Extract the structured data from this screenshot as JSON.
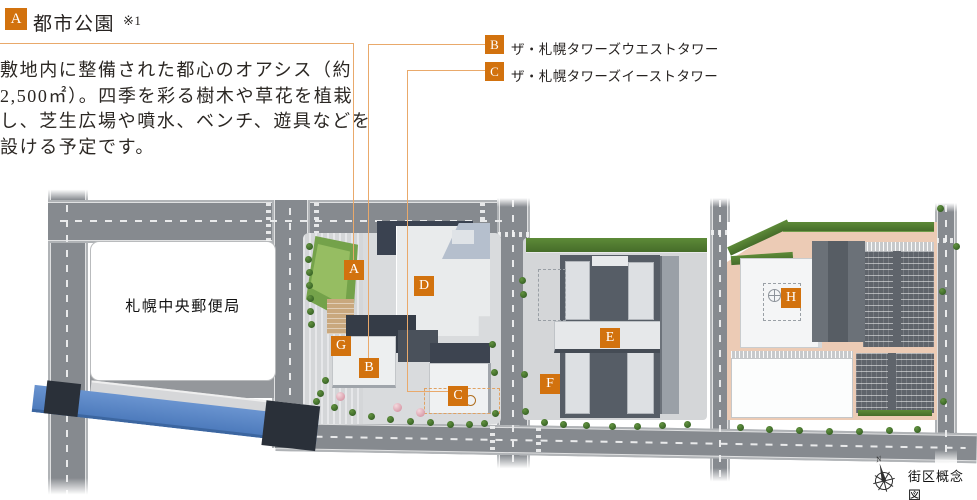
{
  "legend": {
    "park": {
      "key": "A",
      "label": "都市公園",
      "note": "※1"
    },
    "west_tower": {
      "key": "B",
      "label": "ザ・札幌タワーズウエストタワー"
    },
    "east_tower": {
      "key": "C",
      "label": "ザ・札幌タワーズイーストタワー"
    }
  },
  "description": {
    "full": "敷地内に整備された都心のオアシス（約2,500㎡）。四季を彩る樹木や草花を植栽し、芝生広場や噴水、ベンチ、遊具などを設ける予定です。",
    "lines": [
      "敷地内に整備された都心のオアシス（約",
      "2,500㎡）。四季を彩る樹木や草花を植栽",
      "し、芝生広場や噴水、ベンチ、遊具などを",
      "設ける予定です。"
    ]
  },
  "map": {
    "post_office_label": "札幌中央郵便局",
    "markers": [
      {
        "key": "A"
      },
      {
        "key": "B"
      },
      {
        "key": "C"
      },
      {
        "key": "D"
      },
      {
        "key": "E"
      },
      {
        "key": "F"
      },
      {
        "key": "G"
      },
      {
        "key": "H"
      }
    ],
    "caption": "街区概念図",
    "compass_north": "N"
  },
  "colors": {
    "badge_orange": "#d2720e",
    "leader_line": "#e9a96b",
    "road_gray": "#868a8f",
    "park_green": "#74a24a",
    "hedge_green": "#4d7830",
    "rail_blue": "#4f81c7",
    "plaza_pink": "#eccbb5"
  }
}
